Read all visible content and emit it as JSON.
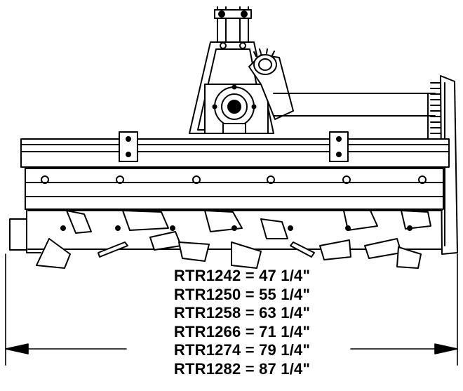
{
  "diagram": {
    "subject": "rotary tiller rear view",
    "line_color": "#000000",
    "background": "#ffffff",
    "width_labels": [
      "RTR1242 = 47 1/4\"",
      "RTR1250 = 55 1/4\"",
      "RTR1258 = 63 1/4\"",
      "RTR1266 = 71 1/4\"",
      "RTR1274 = 79 1/4\"",
      "RTR1282 = 87 1/4\""
    ]
  }
}
